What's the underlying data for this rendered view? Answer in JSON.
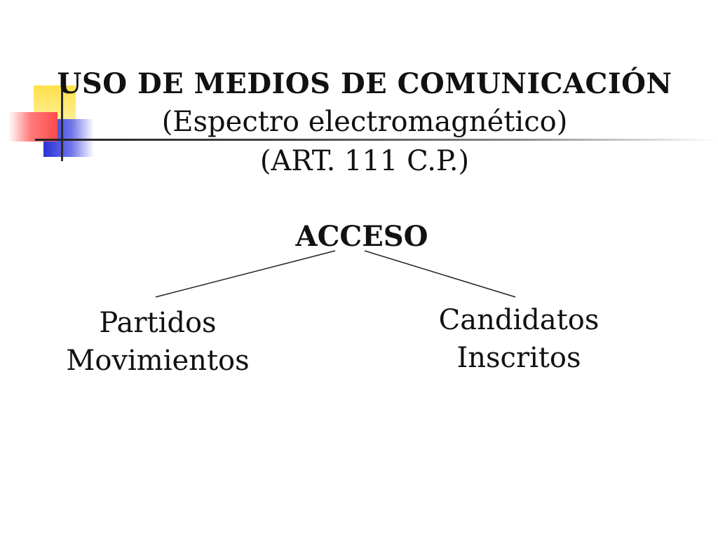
{
  "slide": {
    "title": "USO DE MEDIOS DE COMUNICACIÓN",
    "subtitle_line1": "(Espectro electromagnético)",
    "subtitle_line2": "(ART. 111 C.P.)",
    "root": "ACCESO",
    "left_node": {
      "line1": "Partidos",
      "line2": "Movimientos"
    },
    "right_node": {
      "line1": "Candidatos",
      "line2": "Inscritos"
    }
  },
  "colors": {
    "text": "#111111",
    "accent_yellow": "#ffe14a",
    "accent_blue": "#2a31d6",
    "accent_red": "#ff4b4b",
    "connector": "#222222"
  }
}
